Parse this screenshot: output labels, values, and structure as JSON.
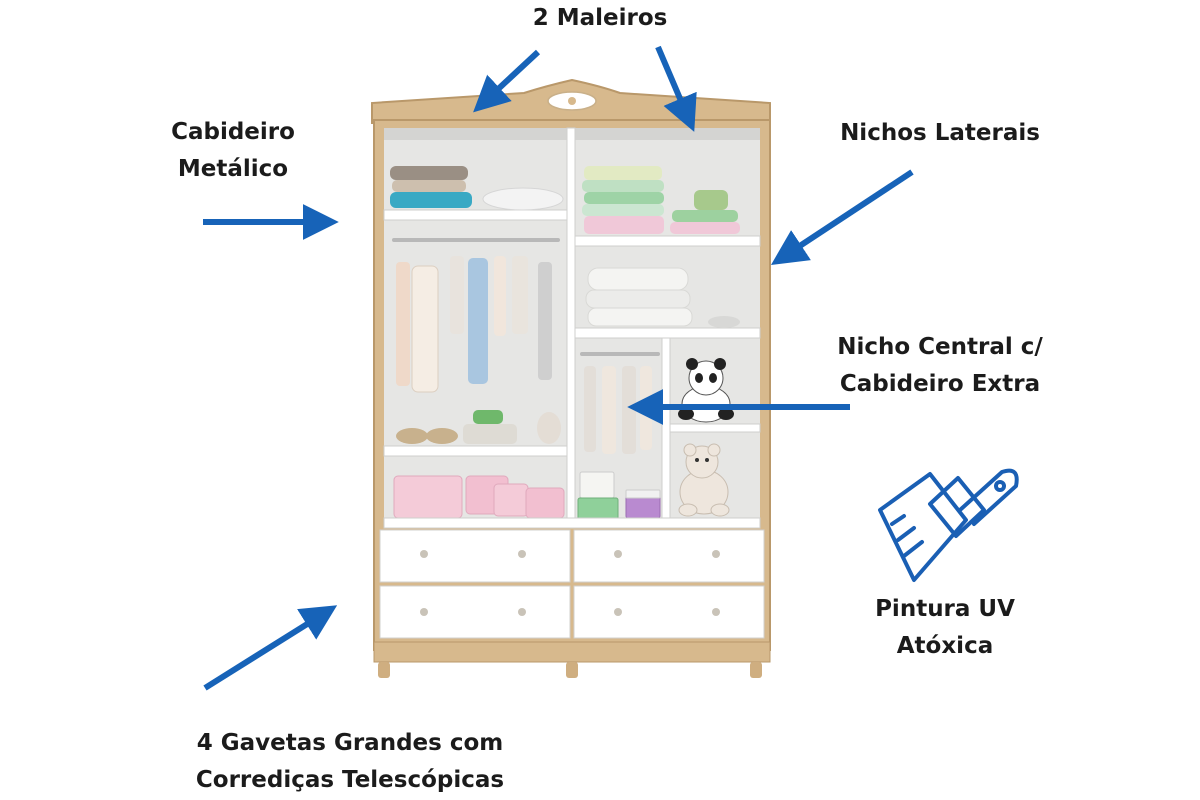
{
  "labels": {
    "maleiros": "2 Maleiros",
    "cabideiro": [
      "Cabideiro",
      "Metálico"
    ],
    "nichos_laterais": "Nichos Laterais",
    "nicho_central": [
      "Nicho Central c/",
      "Cabideiro Extra"
    ],
    "pintura": [
      "Pintura UV",
      "Atóxica"
    ],
    "gavetas": [
      "4 Gavetas Grandes com",
      "Corrediças Telescópicas"
    ]
  },
  "icons": {
    "arrow": "arrow-icon",
    "paint_brush": "paint-brush-icon"
  },
  "colors": {
    "arrow": "#1763b8",
    "label_text": "#1b1b1b",
    "wood": "#d7b98d",
    "panel": "#ffffff",
    "interior": "#e6e6e4",
    "icon_stroke": "#1a5fb4"
  }
}
